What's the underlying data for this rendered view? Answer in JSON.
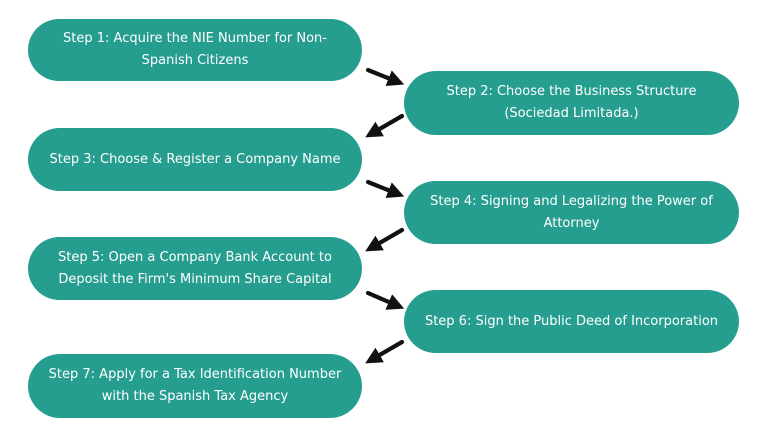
{
  "diagram": {
    "steps": [
      {
        "lines": [
          "Step 1: Acquire the NIE Number for Non-",
          "Spanish Citizens"
        ]
      },
      {
        "lines": [
          "Step 2: Choose the Business Structure",
          "(Sociedad Limitada.)"
        ]
      },
      {
        "lines": [
          "Step 3: Choose & Register a Company Name"
        ]
      },
      {
        "lines": [
          "Step 4: Signing and Legalizing the Power of",
          "Attorney"
        ]
      },
      {
        "lines": [
          "Step 5: Open a Company Bank Account to",
          "Deposit the Firm's Minimum Share Capital"
        ]
      },
      {
        "lines": [
          "Step 6: Sign the Public Deed of Incorporation"
        ]
      },
      {
        "lines": [
          "Step 7: Apply for a Tax Identification Number",
          "with the Spanish Tax Agency"
        ]
      }
    ]
  },
  "colors": {
    "box_fill": "#269e8f",
    "box_text": "#ffffff",
    "arrow": "#111111",
    "background": "#ffffff"
  },
  "icons": {
    "connector": "arrow-icon"
  }
}
